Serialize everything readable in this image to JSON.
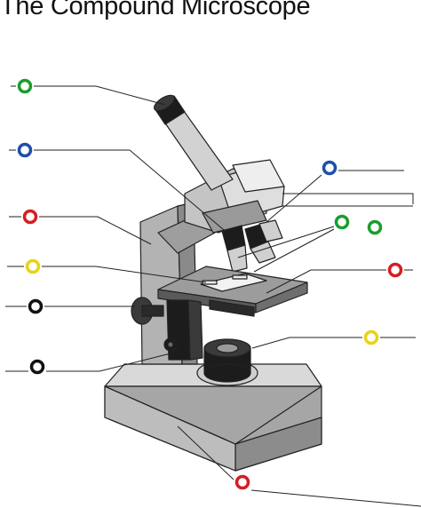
{
  "title": "The Compound Microscope",
  "colors": {
    "green": "#1a9e2e",
    "blue": "#1f4fa8",
    "red": "#d41e24",
    "yellow": "#e8d21a",
    "black": "#111111",
    "leader_line": "#222222",
    "metal_light": "#c8c8c8",
    "metal_mid": "#9a9a9a",
    "metal_dark": "#5a5a5a",
    "black_part": "#1c1c1c"
  },
  "markers": [
    {
      "id": "eyepiece",
      "color": "green"
    },
    {
      "id": "body-tube",
      "color": "blue"
    },
    {
      "id": "arm",
      "color": "red"
    },
    {
      "id": "stage-clips",
      "color": "yellow"
    },
    {
      "id": "coarse-adjustment",
      "color": "black"
    },
    {
      "id": "fine-adjustment",
      "color": "black"
    },
    {
      "id": "revolving-nosepiece",
      "color": "blue"
    },
    {
      "id": "objective-lenses-a",
      "color": "green"
    },
    {
      "id": "objective-lenses-b",
      "color": "green"
    },
    {
      "id": "stage",
      "color": "red"
    },
    {
      "id": "diaphragm",
      "color": "yellow"
    },
    {
      "id": "base",
      "color": "red"
    }
  ]
}
